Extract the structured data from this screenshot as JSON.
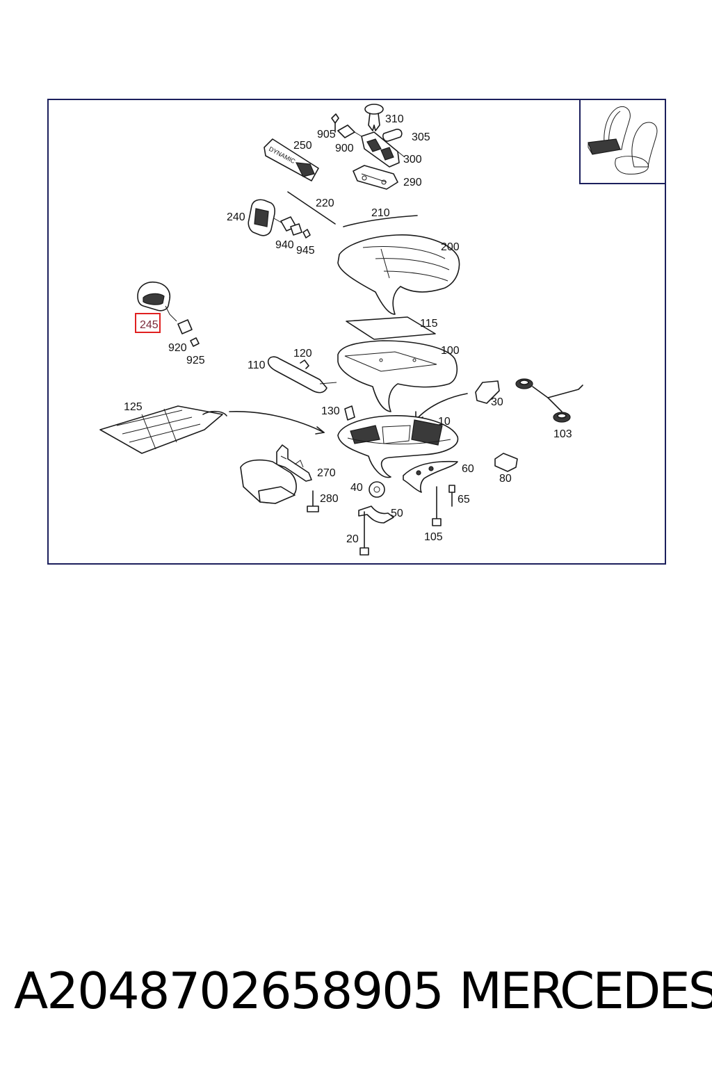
{
  "diagram": {
    "highlighted_part": "245",
    "labels": {
      "l310": "310",
      "l305": "305",
      "l905": "905",
      "l900": "900",
      "l300": "300",
      "l290": "290",
      "l250": "250",
      "l220": "220",
      "l210": "210",
      "l240": "240",
      "l940": "940",
      "l945": "945",
      "l200": "200",
      "l245": "245",
      "l920": "920",
      "l925": "925",
      "l115": "115",
      "l120": "120",
      "l110": "110",
      "l100": "100",
      "l125": "125",
      "l130": "130",
      "l30": "30",
      "l103": "103",
      "l10": "10",
      "l60": "60",
      "l80": "80",
      "l270": "270",
      "l40": "40",
      "l280": "280",
      "l65": "65",
      "l50": "50",
      "l105": "105",
      "l20": "20"
    },
    "badge_text": "DYNAMIC"
  },
  "footer": {
    "part_number": "A2048702658905",
    "brand": "MERCEDES"
  }
}
